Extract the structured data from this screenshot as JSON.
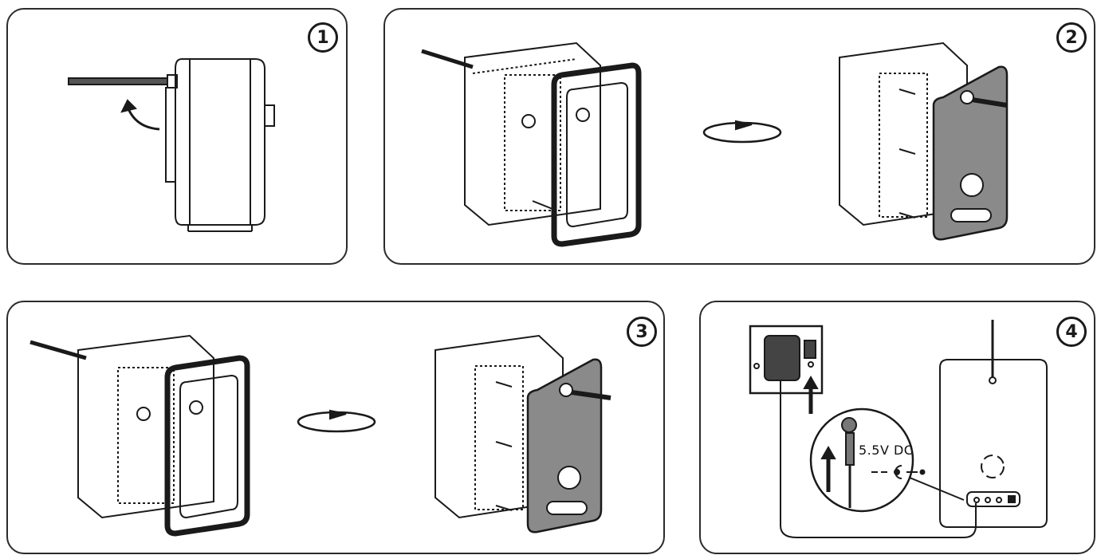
{
  "steps": [
    {
      "number": "1"
    },
    {
      "number": "2"
    },
    {
      "number": "3"
    },
    {
      "number": "4"
    }
  ],
  "power": {
    "voltage_label": "5.5V DC"
  },
  "colors": {
    "panel_fill": "#8a8a8a",
    "line": "#1a1a1a",
    "adapter": "#444444"
  }
}
